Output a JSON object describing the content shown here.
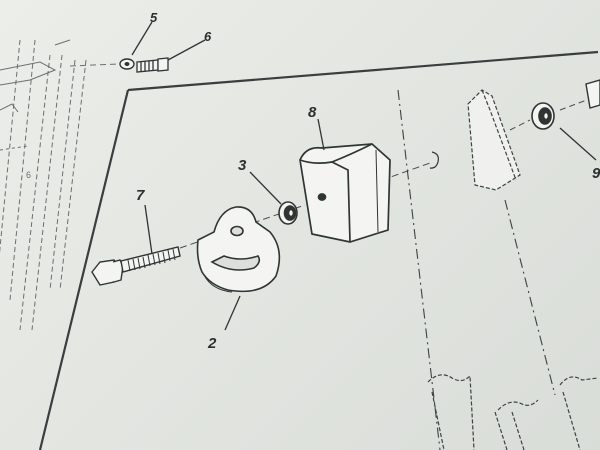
{
  "figure": {
    "callouts": {
      "item_2": "2",
      "item_3": "3",
      "item_5": "5",
      "item_6": "6",
      "item_7": "7",
      "item_8": "8",
      "item_9": "9"
    },
    "edge_note": "6"
  },
  "colors": {
    "paper": "#e6e8e4",
    "ink": "#2f3434",
    "part_fill": "#f4f5f2"
  }
}
